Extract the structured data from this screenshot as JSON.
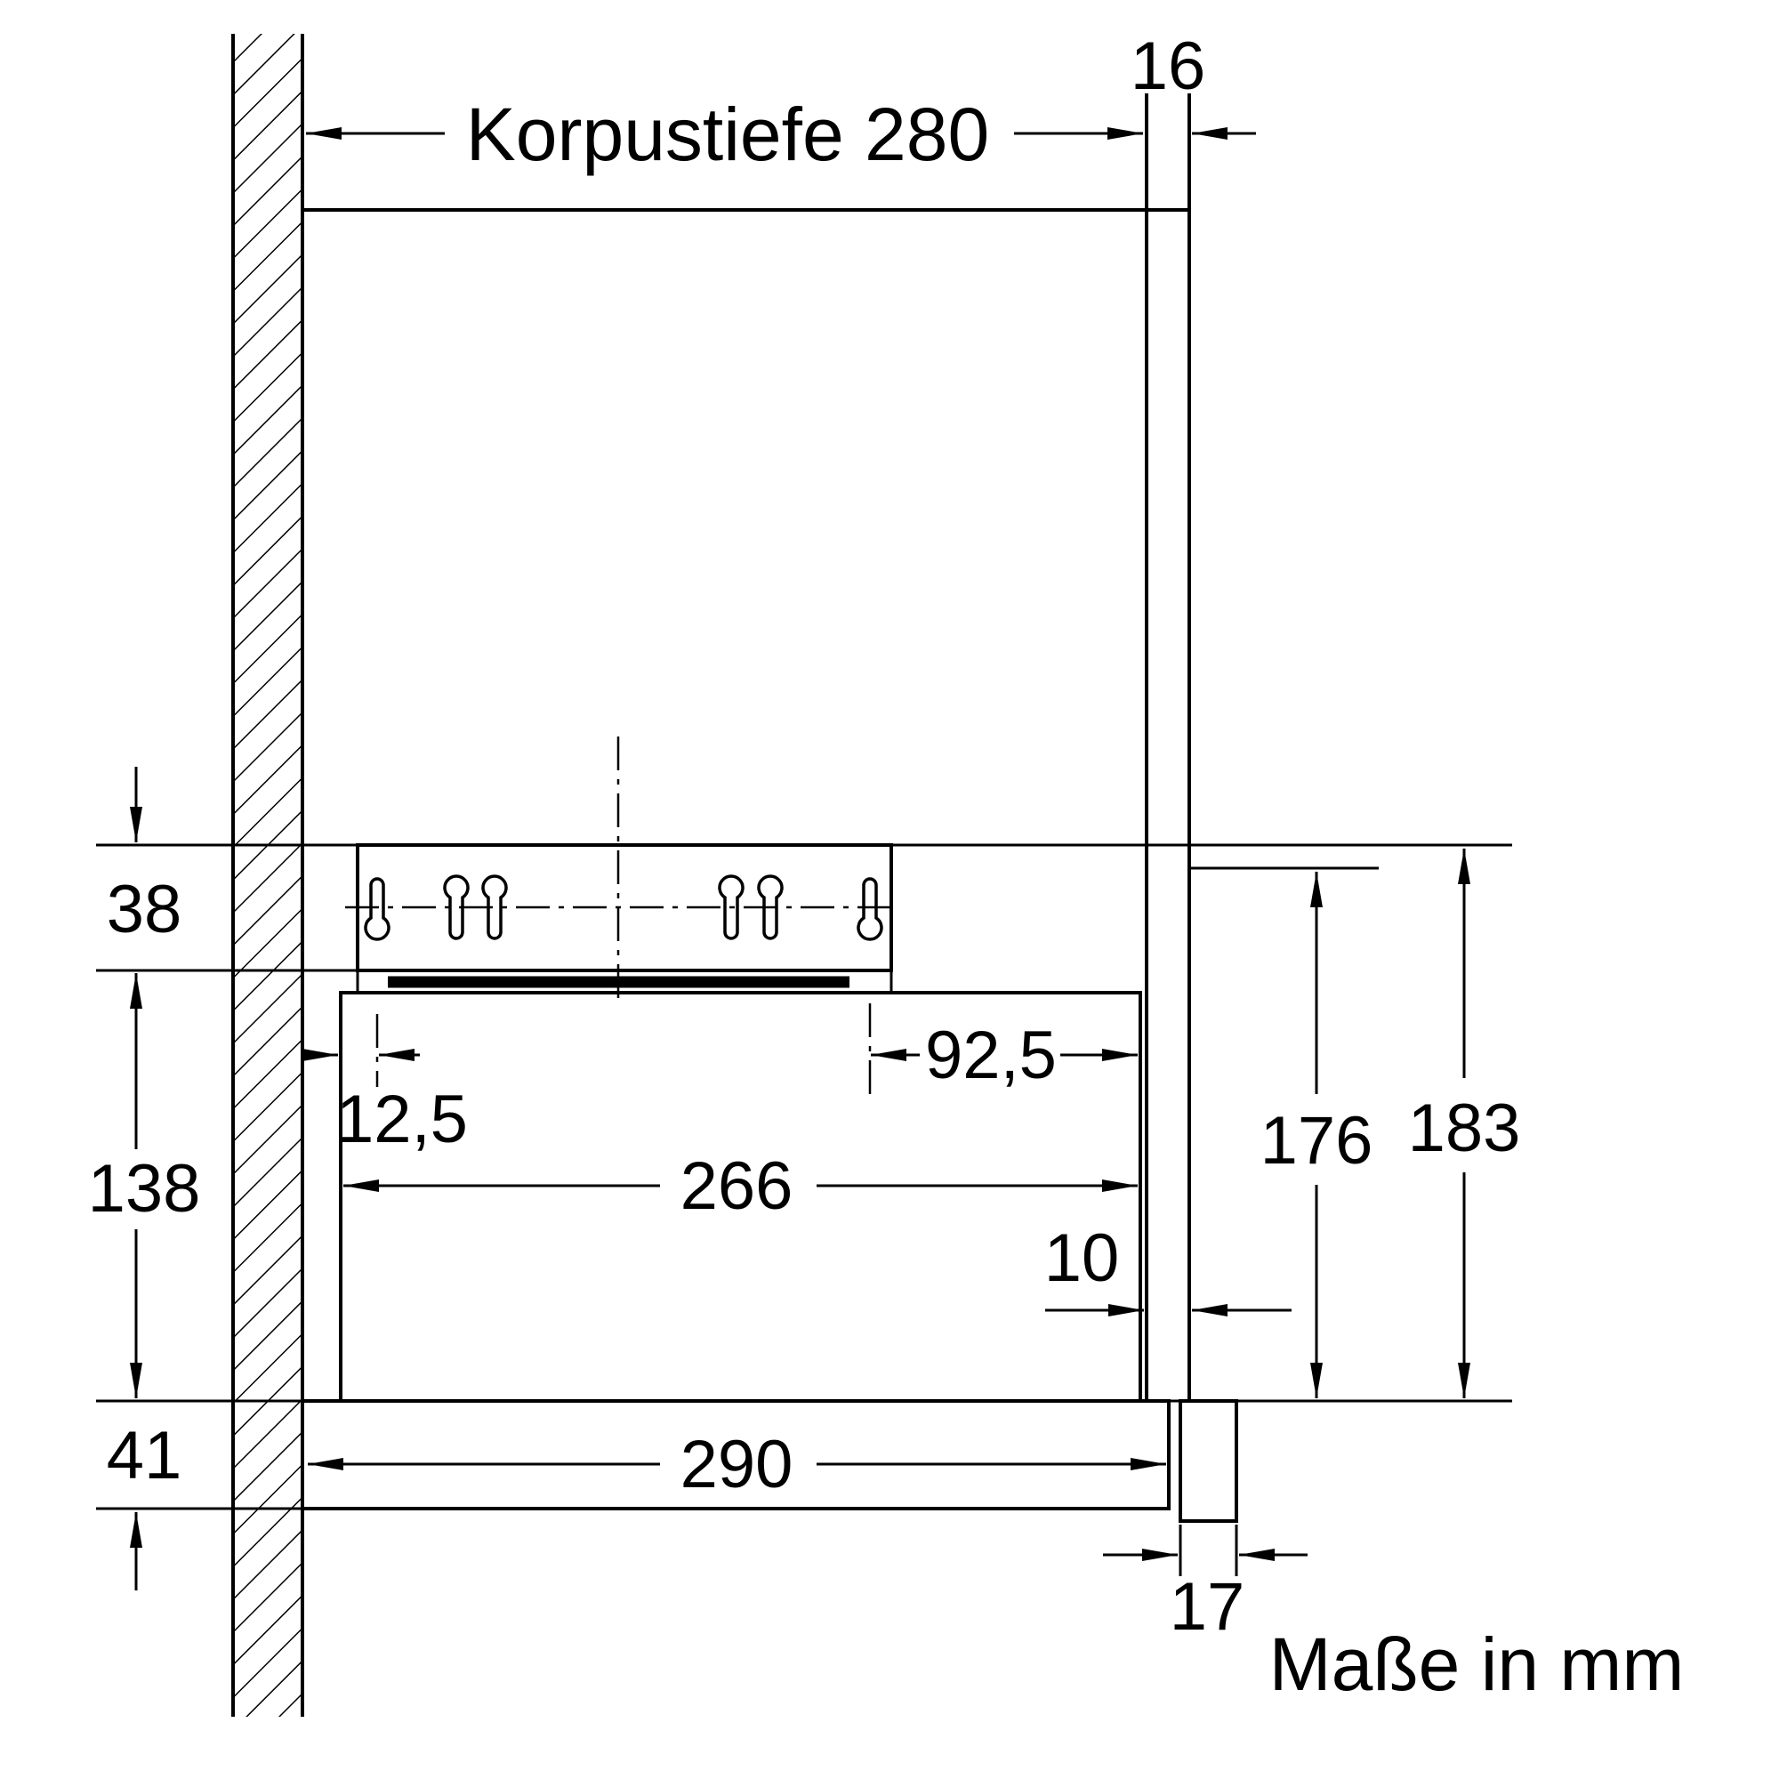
{
  "diagram": {
    "footer_note": "Maße in mm",
    "dimensions": {
      "korpustiefe": "Korpustiefe 280",
      "front_panel_thickness": "16",
      "bracket_zone_height": "38",
      "body_height": "138",
      "visor_height": "41",
      "visor_depth": "290",
      "body_depth": "266",
      "keyhole_offset_front": "12,5",
      "keyhole_offset_rear": "92,5",
      "front_gap": "10",
      "inner_height": "176",
      "overall_height": "183",
      "handle_depth": "17"
    }
  }
}
